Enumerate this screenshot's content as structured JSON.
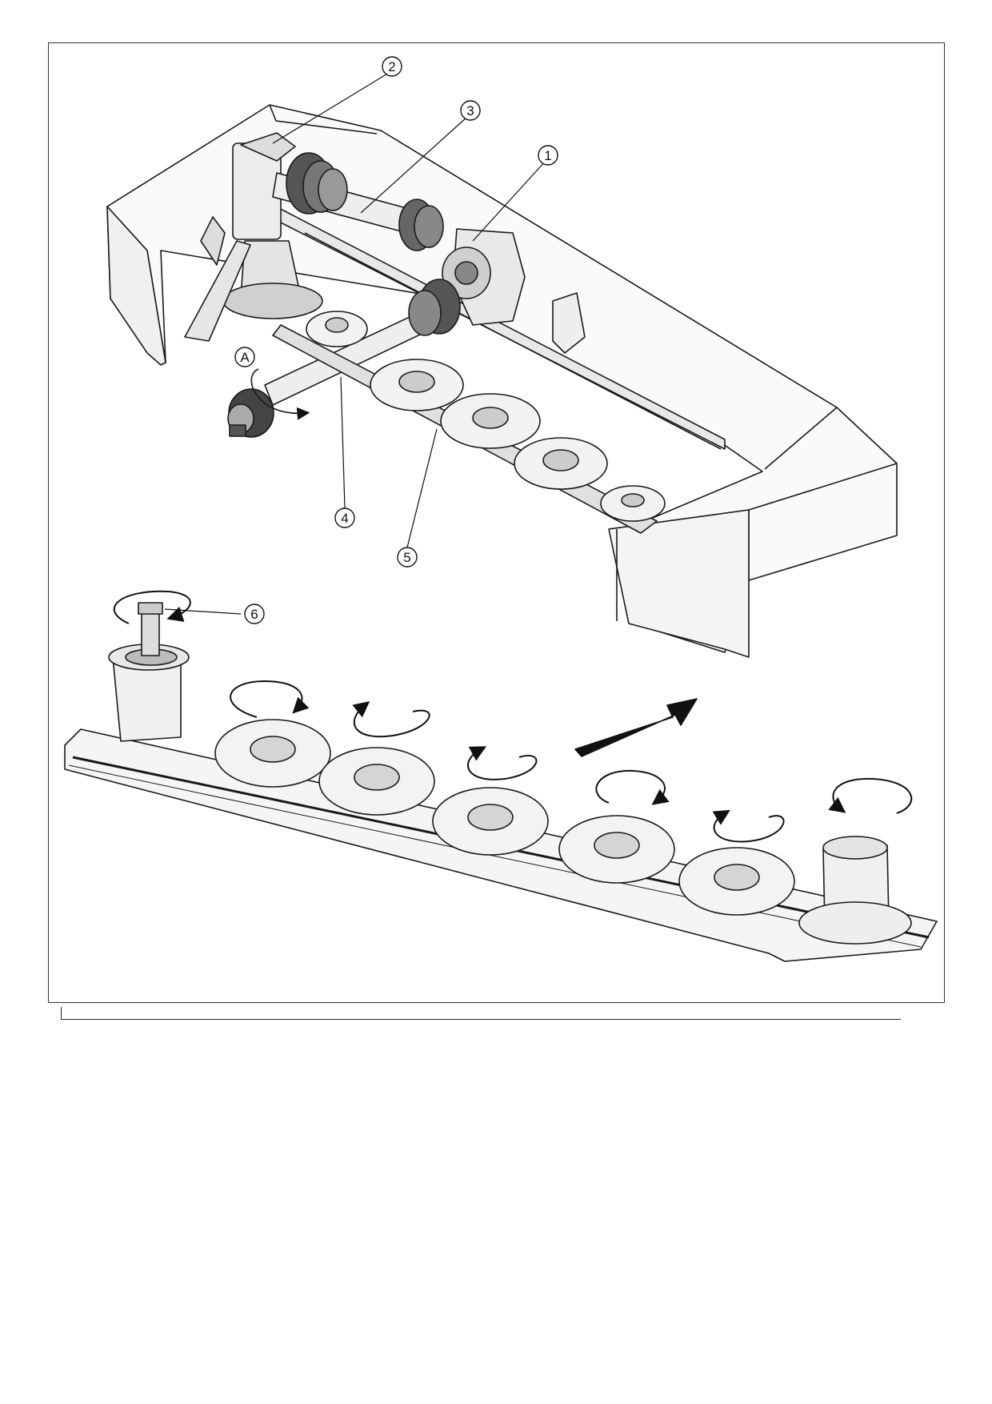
{
  "figure": {
    "callouts": [
      {
        "id": "1",
        "label": "1"
      },
      {
        "id": "2",
        "label": "2"
      },
      {
        "id": "3",
        "label": "3"
      },
      {
        "id": "4",
        "label": "4"
      },
      {
        "id": "5",
        "label": "5"
      },
      {
        "id": "6",
        "label": "6"
      },
      {
        "id": "A",
        "label": "A"
      }
    ],
    "colors": {
      "line": "#1a1a1a",
      "fill_light": "#f2f2f2",
      "fill_mid": "#d9d9d9",
      "fill_dark": "#555555",
      "arrow": "#111111"
    }
  }
}
